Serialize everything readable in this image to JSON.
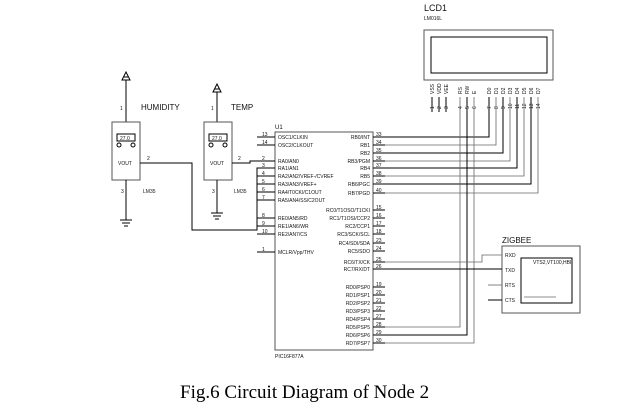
{
  "caption": "Fig.6 Circuit Diagram of Node 2",
  "humidity_sensor": {
    "label": "HUMIDITY",
    "part": "LM35",
    "display": "27.0",
    "vout": "VOUT",
    "pins": [
      "1",
      "2",
      "3"
    ]
  },
  "temp_sensor": {
    "label": "TEMP",
    "part": "LM35",
    "display": "27.0",
    "vout": "VOUT",
    "pins": [
      "1",
      "2",
      "3"
    ]
  },
  "mcu": {
    "ref": "U1",
    "part": "PIC16F877A",
    "left_pins": [
      {
        "num": "13",
        "name": "OSC1/CLKIN"
      },
      {
        "num": "14",
        "name": "OSC2/CLKOUT"
      },
      {
        "num": "2",
        "name": "RA0/AN0"
      },
      {
        "num": "3",
        "name": "RA1/AN1"
      },
      {
        "num": "4",
        "name": "RA2/AN2/VREF-/CVREF"
      },
      {
        "num": "5",
        "name": "RA3/AN3/VREF+"
      },
      {
        "num": "6",
        "name": "RA4/T0CKI/C1OUT"
      },
      {
        "num": "7",
        "name": "RA5/AN4/SS/C2OUT"
      },
      {
        "num": "8",
        "name": "RE0/AN5/RD"
      },
      {
        "num": "9",
        "name": "RE1/AN6/WR"
      },
      {
        "num": "10",
        "name": "RE2/AN7/CS"
      },
      {
        "num": "1",
        "name": "MCLR/Vpp/THV"
      }
    ],
    "right_pins": [
      {
        "num": "33",
        "name": "RB0/INT"
      },
      {
        "num": "34",
        "name": "RB1"
      },
      {
        "num": "35",
        "name": "RB2"
      },
      {
        "num": "36",
        "name": "RB3/PGM"
      },
      {
        "num": "37",
        "name": "RB4"
      },
      {
        "num": "38",
        "name": "RB5"
      },
      {
        "num": "39",
        "name": "RB6/PGC"
      },
      {
        "num": "40",
        "name": "RB7/PGD"
      },
      {
        "num": "15",
        "name": "RC0/T1OSO/T1CKI"
      },
      {
        "num": "16",
        "name": "RC1/T1OSI/CCP2"
      },
      {
        "num": "17",
        "name": "RC2/CCP1"
      },
      {
        "num": "18",
        "name": "RC3/SCK/SCL"
      },
      {
        "num": "23",
        "name": "RC4/SDI/SDA"
      },
      {
        "num": "24",
        "name": "RC5/SDO"
      },
      {
        "num": "25",
        "name": "RC6/TX/CK"
      },
      {
        "num": "26",
        "name": "RC7/RX/DT"
      },
      {
        "num": "19",
        "name": "RD0/PSP0"
      },
      {
        "num": "20",
        "name": "RD1/PSP1"
      },
      {
        "num": "21",
        "name": "RD2/PSP2"
      },
      {
        "num": "22",
        "name": "RD3/PSP3"
      },
      {
        "num": "27",
        "name": "RD4/PSP4"
      },
      {
        "num": "28",
        "name": "RD5/PSP5"
      },
      {
        "num": "29",
        "name": "RD6/PSP6"
      },
      {
        "num": "30",
        "name": "RD7/PSP7"
      }
    ]
  },
  "lcd": {
    "ref": "LCD1",
    "part": "LM016L",
    "pins": [
      {
        "num": "1",
        "name": "VSS"
      },
      {
        "num": "2",
        "name": "VDD"
      },
      {
        "num": "3",
        "name": "VEE"
      },
      {
        "num": "4",
        "name": "RS"
      },
      {
        "num": "5",
        "name": "RW"
      },
      {
        "num": "6",
        "name": "E"
      },
      {
        "num": "7",
        "name": "D0"
      },
      {
        "num": "8",
        "name": "D1"
      },
      {
        "num": "9",
        "name": "D2"
      },
      {
        "num": "10",
        "name": "D3"
      },
      {
        "num": "11",
        "name": "D4"
      },
      {
        "num": "12",
        "name": "D5"
      },
      {
        "num": "13",
        "name": "D6"
      },
      {
        "num": "14",
        "name": "D7"
      }
    ]
  },
  "zigbee": {
    "label": "ZIGBEE",
    "pins": [
      "RXD",
      "TXD",
      "RTS",
      "CTS"
    ],
    "module_text": "VTS2,VT100,HBI"
  }
}
